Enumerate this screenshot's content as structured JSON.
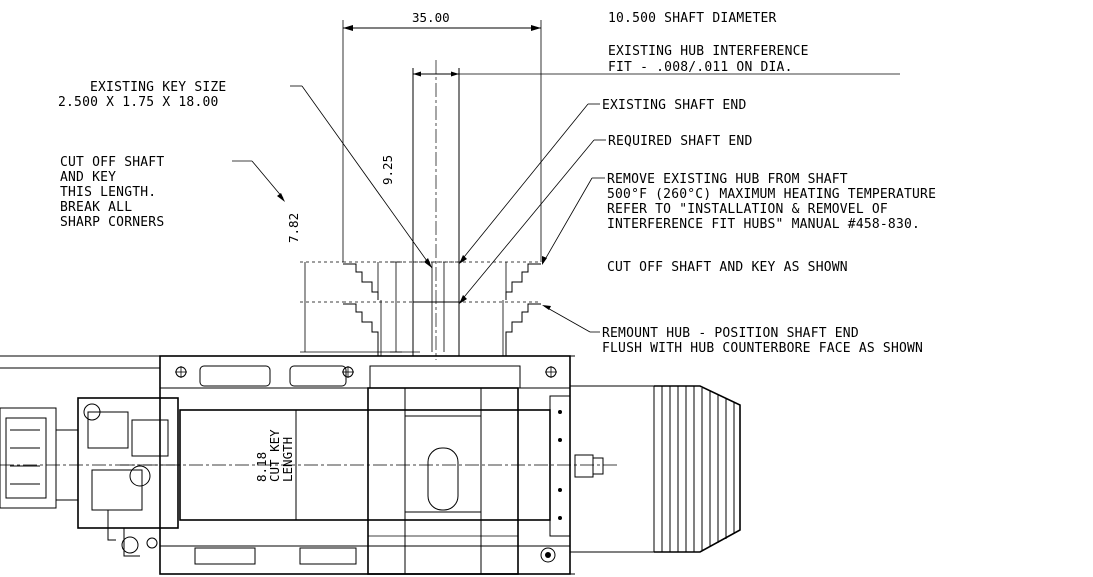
{
  "dimensions": {
    "width_35": "35.00",
    "height_925": "9.25",
    "height_782": "7.82",
    "key_length": "8.18",
    "key_length_caption_1": "CUT KEY",
    "key_length_caption_2": "LENGTH"
  },
  "notes": {
    "shaft_diameter": "10.500 SHAFT DIAMETER",
    "hub_fit_line1": "EXISTING HUB INTERFERENCE",
    "hub_fit_line2": "FIT - .008/.011 ON DIA.",
    "key_size_line1": "EXISTING KEY SIZE",
    "key_size_line2": "2.500 X 1.75 X 18.00",
    "cut_off": [
      "CUT OFF SHAFT",
      "AND KEY",
      "THIS LENGTH.",
      "BREAK ALL",
      "SHARP CORNERS"
    ],
    "existing_shaft_end": "EXISTING SHAFT END",
    "required_shaft_end": "REQUIRED SHAFT END",
    "remove_hub": [
      "REMOVE EXISTING HUB FROM SHAFT",
      "500°F (260°C) MAXIMUM HEATING TEMPERATURE",
      "REFER TO \"INSTALLATION & REMOVEL OF",
      "INTERFERENCE FIT HUBS\" MANUAL #458-830."
    ],
    "cut_off_shown": "CUT OFF SHAFT AND KEY AS SHOWN",
    "remount_line1": "REMOUNT HUB - POSITION SHAFT END",
    "remount_line2": "FLUSH WITH HUB COUNTERBORE FACE AS SHOWN"
  }
}
